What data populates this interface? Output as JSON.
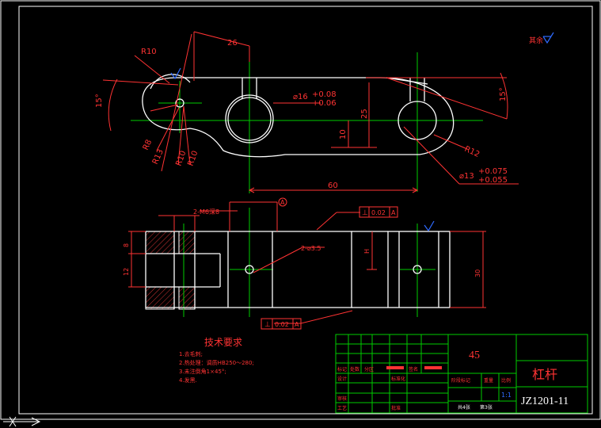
{
  "colors": {
    "background": "#000000",
    "outline": "#ffffff",
    "dimension": "#ff3333",
    "centerline": "#00cc00",
    "hatch": "#cc3333",
    "title_table": "#00cc00",
    "title_text": "#ff3333",
    "roughness": "#2f6bff"
  },
  "roughness_note": {
    "label": "其余"
  },
  "top_view": {
    "dims": {
      "r10_top": "R10",
      "width_26": "26",
      "angle_left": "15°",
      "bore_diam": "⌀16",
      "bore_tol_upper": "+0.08",
      "bore_tol_lower": "+0.06",
      "height_25": "25",
      "height_10": "10",
      "angle_right": "15°",
      "r8": "R8",
      "r13": "R13",
      "r10_a": "R10",
      "r10_b": "R10",
      "r12": "R12",
      "hole13_diam": "⌀13",
      "hole13_tol_upper": "+0.075",
      "hole13_tol_lower": "+0.055",
      "length_60": "60"
    }
  },
  "front_view": {
    "thread_note": "2-M6深8",
    "datum_label": "A",
    "tol_frame_top": {
      "symbol": "⊥",
      "value": "0.02",
      "datum": "A"
    },
    "tol_frame_bottom": {
      "symbol": "⊥",
      "value": "0.02",
      "datum": "A"
    },
    "hole_note": "2-⌀3.5",
    "dim_8": "8",
    "dim_12": "12",
    "dim_h": "H",
    "dim_right": "30"
  },
  "tech_req": {
    "title": "技术要求",
    "items": [
      "1.去毛刺;",
      "2.热处理：调质HB250～280;",
      "3.未注倒角1×45°;",
      "4.发黑."
    ]
  },
  "title_block": {
    "material": "45",
    "part_name": "杠杆",
    "drawing_no": "JZ1201-11",
    "labels": {
      "mark": "标记",
      "count": "处数",
      "zone": "分区",
      "doc_no": "更改文件号",
      "sign": "签名",
      "design": "设计",
      "standardize": "标准化",
      "check": "审核",
      "process": "工艺",
      "approve": "批准",
      "stage_mark": "阶段标记",
      "weight": "重量",
      "scale": "比例"
    },
    "scale_value": "1:1",
    "sheets_total": "共4张",
    "sheet_current": "第3张"
  }
}
